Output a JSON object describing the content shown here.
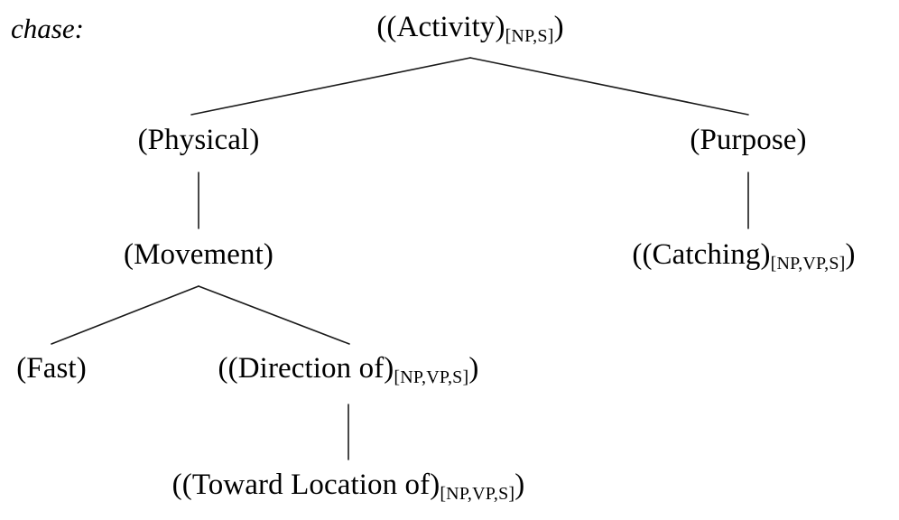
{
  "figure": {
    "type": "lexical-semantic-decomposition-tree",
    "lemma": "chase:",
    "background_color": "#ffffff",
    "text_color": "#000000",
    "edge_color": "#1a1a1a"
  },
  "nodes": {
    "root": {
      "open": "((",
      "label": "Activity",
      "close_inner": ")",
      "subscript": "[NP,S]",
      "close_outer": ")"
    },
    "physical": {
      "open": "(",
      "label": "Physical",
      "close_inner": ")",
      "subscript": "",
      "close_outer": ""
    },
    "purpose": {
      "open": "(",
      "label": "Purpose",
      "close_inner": ")",
      "subscript": "",
      "close_outer": ""
    },
    "movement": {
      "open": "(",
      "label": "Movement",
      "close_inner": ")",
      "subscript": "",
      "close_outer": ""
    },
    "catching": {
      "open": "((",
      "label": "Catching",
      "close_inner": ")",
      "subscript": "[NP,VP,S]",
      "close_outer": ")"
    },
    "fast": {
      "open": "(",
      "label": "Fast",
      "close_inner": ")",
      "subscript": "",
      "close_outer": ""
    },
    "direction_of": {
      "open": "((",
      "label": "Direction of",
      "close_inner": ")",
      "subscript": "[NP,VP,S]",
      "close_outer": ")"
    },
    "toward_location_of": {
      "open": "((",
      "label": "Toward Location of",
      "close_inner": ")",
      "subscript": "[NP,VP,S]",
      "close_outer": ")"
    }
  }
}
